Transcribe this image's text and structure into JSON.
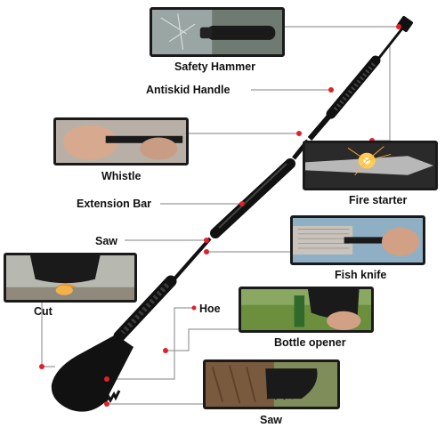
{
  "labels": {
    "safety_hammer": "Safety Hammer",
    "antiskid_handle": "Antiskid Handle",
    "whistle": "Whistle",
    "extension_bar": "Extension Bar",
    "saw_upper": "Saw",
    "cut": "Cut",
    "hoe": "Hoe",
    "fire_starter": "Fire starter",
    "fish_knife": "Fish knife",
    "bottle_opener": "Bottle opener",
    "saw_lower": "Saw"
  },
  "colors": {
    "leader_line": "#9a9a9a",
    "marker_dot": "#e0202a",
    "tool_body": "#111111",
    "frame": "#1a1a1a"
  }
}
